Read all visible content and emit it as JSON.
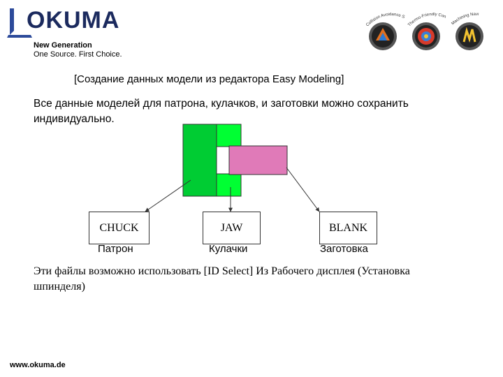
{
  "header": {
    "brand": "OKUMA",
    "tagline_1": "New Generation",
    "tagline_2": "One Source. First Choice.",
    "badges": [
      {
        "label": "Collision Avoidance System",
        "icon": "collision-avoidance-badge-icon"
      },
      {
        "label": "Thermo-Friendly Concept",
        "icon": "thermo-friendly-badge-icon"
      },
      {
        "label": "Machining Navi",
        "icon": "machining-navi-badge-icon"
      }
    ]
  },
  "slide": {
    "title": "[Создание данных модели из редактора Easy Modeling]",
    "intro": "Все данные моделей для патрона, кулачков, и заготовки можно сохранить индивидуально.",
    "outro": "Эти файлы возможно использовать [ID Select] Из Рабочего дисплея (Установка шпинделя)"
  },
  "diagram": {
    "boxes": [
      {
        "label": "CHUCK",
        "caption": "Патрон"
      },
      {
        "label": "JAW",
        "caption": "Кулачки"
      },
      {
        "label": "BLANK",
        "caption": "Заготовка"
      }
    ],
    "colors": {
      "chuck": "#00cc33",
      "jaw": "#00ff33",
      "blank": "#e07ab8"
    }
  },
  "footer": {
    "url": "www.okuma.de"
  }
}
